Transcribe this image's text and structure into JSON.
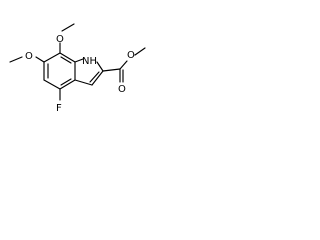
{
  "molecule": {
    "labels": {
      "nh": "NH",
      "o_ester_carbonyl": "O",
      "o_ester_single": "O",
      "o_methoxy_7": "O",
      "o_methoxy_6": "O",
      "fluorine": "F"
    }
  }
}
